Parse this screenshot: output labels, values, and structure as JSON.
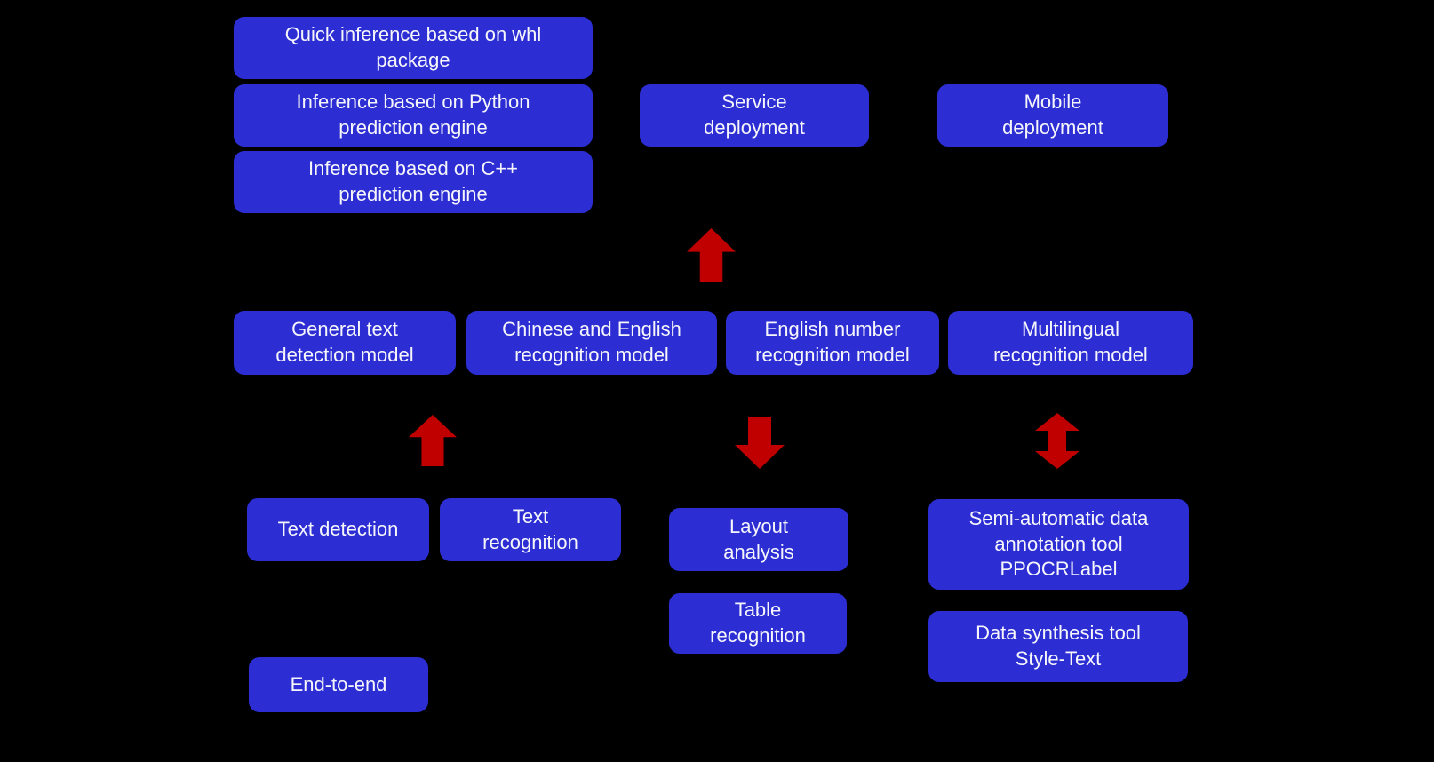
{
  "colors": {
    "background": "#000000",
    "node_fill": "#2c2ed4",
    "node_text": "#f6f6fa",
    "arrow_fill": "#c00000"
  },
  "nodes": {
    "whl": {
      "label": "Quick inference based on whl\npackage"
    },
    "python": {
      "label": "Inference based on Python\nprediction engine"
    },
    "cpp": {
      "label": "Inference based on C++\nprediction engine"
    },
    "service": {
      "label": "Service\ndeployment"
    },
    "mobile": {
      "label": "Mobile\ndeployment"
    },
    "general_detection": {
      "label": "General text\ndetection model"
    },
    "chinese_english_recognition": {
      "label": "Chinese and English\nrecognition model"
    },
    "english_number_recognition": {
      "label": "English number\nrecognition model"
    },
    "multilingual_recognition": {
      "label": "Multilingual\nrecognition model"
    },
    "text_detection": {
      "label": "Text detection"
    },
    "text_recognition": {
      "label": "Text\nrecognition"
    },
    "layout_analysis": {
      "label": "Layout\nanalysis"
    },
    "table_recognition": {
      "label": "Table\nrecognition"
    },
    "ppocrlabel": {
      "label": "Semi-automatic data\nannotation tool\nPPOCRLabel"
    },
    "style_text": {
      "label": "Data synthesis tool\nStyle-Text"
    },
    "end_to_end": {
      "label": "End-to-end"
    }
  },
  "arrows": {
    "models_to_deployment": {
      "direction": "up"
    },
    "capabilities_to_models": {
      "direction": "up"
    },
    "models_to_layout": {
      "direction": "down"
    },
    "models_tools_bidirectional": {
      "direction": "up-down"
    }
  }
}
